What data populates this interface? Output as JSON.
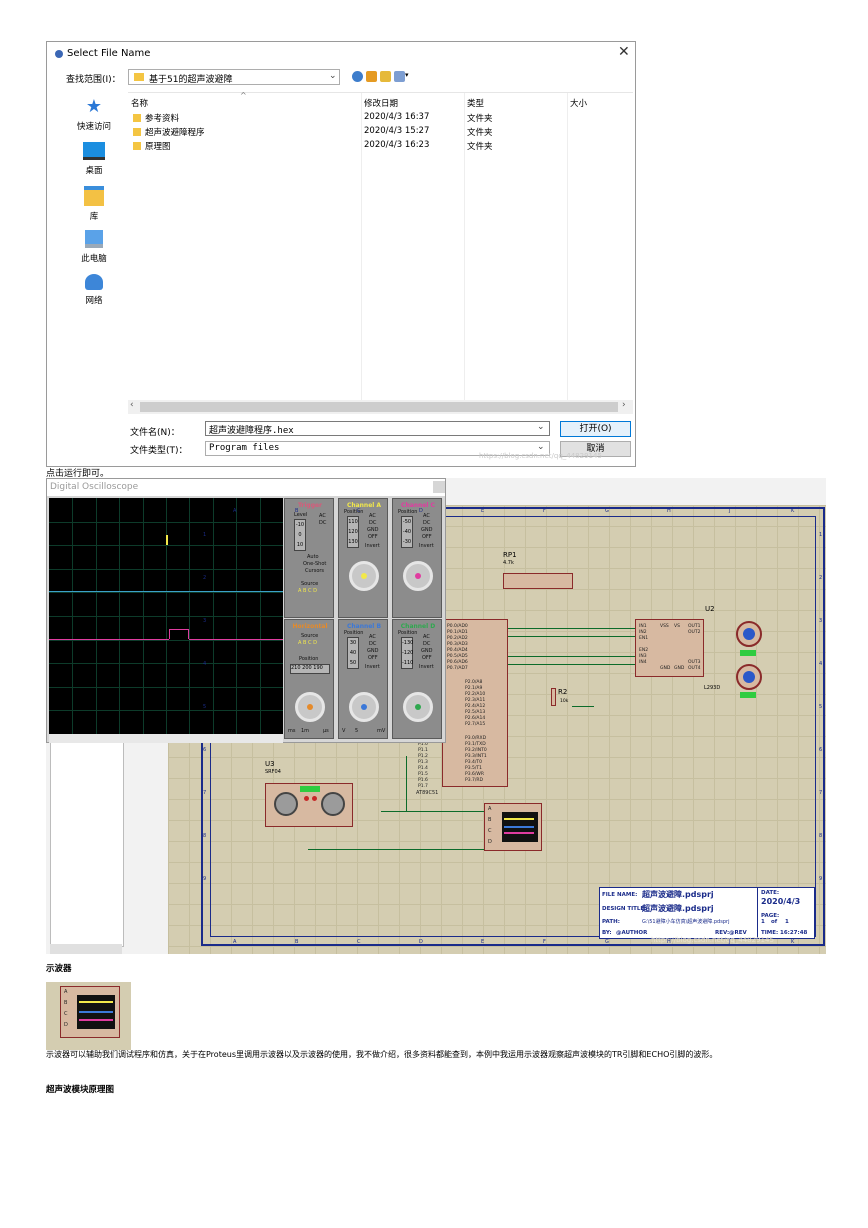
{
  "dialog": {
    "title": "Select File Name",
    "close_glyph": "✕",
    "look_in_label": "查找范围(I)：",
    "look_in_value": "基于51的超声波避障",
    "places": [
      {
        "label": "快速访问",
        "icon": "star-icon"
      },
      {
        "label": "桌面",
        "icon": "desktop-icon"
      },
      {
        "label": "库",
        "icon": "library-icon"
      },
      {
        "label": "此电脑",
        "icon": "computer-icon"
      },
      {
        "label": "网络",
        "icon": "network-icon"
      }
    ],
    "columns": [
      "名称",
      "修改日期",
      "类型",
      "大小"
    ],
    "files": [
      {
        "name": "参考资料",
        "date": "2020/4/3 16:37",
        "type": "文件夹"
      },
      {
        "name": "超声波避障程序",
        "date": "2020/4/3 15:27",
        "type": "文件夹"
      },
      {
        "name": "原理图",
        "date": "2020/4/3 16:23",
        "type": "文件夹"
      }
    ],
    "filename_label": "文件名(N)：",
    "filename_value": "超声波避障程序.hex",
    "filetype_label": "文件类型(T)：",
    "filetype_value": "Program files",
    "open_label": "打开(O)",
    "cancel_label": "取消",
    "watermark": "https://blog.csdn.net/qq_44829145"
  },
  "caption_run": "点击运行即可。",
  "proteus": {
    "osc_title": "Digital Oscilloscope",
    "channels": [
      {
        "name": "Trigger",
        "color": "#d85a7a"
      },
      {
        "name": "Channel A",
        "color": "#f2e84a"
      },
      {
        "name": "Channel C",
        "color": "#e03ca0"
      },
      {
        "name": "Horizontal",
        "color": "#e58a2a"
      },
      {
        "name": "Channel B",
        "color": "#3b78d8"
      },
      {
        "name": "Channel D",
        "color": "#2fa84f"
      }
    ],
    "ch_labels": {
      "position": "Position",
      "level": "Level",
      "source": "Source",
      "ac": "AC",
      "dc": "DC",
      "gnd": "GND",
      "off": "OFF",
      "invert": "Invert",
      "auto": "Auto",
      "one_shot": "One-Shot",
      "cursors": "Cursors",
      "abcd": "A B C D",
      "trig_vals": [
        "-10",
        "0",
        "10"
      ],
      "a_vals": [
        "110",
        "120",
        "130"
      ],
      "c_vals": [
        "-50",
        "-40",
        "-30"
      ],
      "b_vals": [
        "30",
        "40",
        "50"
      ],
      "d_vals": [
        "-130",
        "-120",
        "-110"
      ],
      "h_vals": [
        "210",
        "200",
        "190"
      ],
      "units": [
        "ms",
        "1m",
        "μs",
        "V",
        "5",
        "mV"
      ]
    },
    "rp1": {
      "ref": "RP1",
      "value": "4.7k"
    },
    "u2": {
      "ref": "U2",
      "part": "L293D",
      "pins": [
        "IN1",
        "IN2",
        "EN1",
        "EN2",
        "IN3",
        "IN4",
        "VSS",
        "VS",
        "OUT1",
        "OUT2",
        "OUT3",
        "OUT4",
        "GND",
        "GND"
      ]
    },
    "r2": {
      "ref": "R2",
      "value": "10k"
    },
    "u3": {
      "ref": "U3",
      "part": "SRF04"
    },
    "mcu": {
      "part": "AT89C51",
      "p0": [
        "P0.0/AD0",
        "P0.1/AD1",
        "P0.2/AD2",
        "P0.3/AD3",
        "P0.4/AD4",
        "P0.5/AD5",
        "P0.6/AD6",
        "P0.7/AD7"
      ],
      "p2": [
        "P2.0/A8",
        "P2.1/A9",
        "P2.2/A10",
        "P2.3/A11",
        "P2.4/A12",
        "P2.5/A13",
        "P2.6/A14",
        "P2.7/A15"
      ],
      "p3": [
        "P3.0/RXD",
        "P3.1/TXD",
        "P3.2/INT0",
        "P3.3/INT1",
        "P3.4/T0",
        "P3.5/T1",
        "P3.6/WR",
        "P3.7/RD"
      ],
      "p1": [
        "P1.0",
        "P1.1",
        "P1.2",
        "P1.3",
        "P1.4",
        "P1.5",
        "P1.6",
        "P1.7"
      ]
    },
    "scope_pins": [
      "A",
      "B",
      "C",
      "D"
    ],
    "title_block": {
      "file_name_label": "FILE NAME:",
      "file_name": "超声波避障.pdsprj",
      "design_title_label": "DESIGN TITLE:",
      "design_title": "超声波避障.pdsprj",
      "path_label": "PATH:",
      "path": "G:\\51避障小车仿真\\超声波避障.pdsprj",
      "by_label": "BY:",
      "by": "@AUTHOR",
      "rev_label": "REV:",
      "rev": "@REV",
      "date_label": "DATE:",
      "date": "2020/4/3",
      "page_label": "PAGE:",
      "page": "1",
      "of": "of",
      "pages": "1",
      "time_label": "TIME:",
      "time": "16:27:48"
    },
    "col_letters": [
      "A",
      "B",
      "C",
      "D",
      "E",
      "F",
      "G",
      "H",
      "J",
      "K"
    ],
    "row_numbers": [
      "1",
      "2",
      "3",
      "4",
      "5",
      "6",
      "7",
      "8",
      "9"
    ],
    "watermark": "https://blog.csdn.net/qq_44829145"
  },
  "caption_osc": "示波器",
  "description": "示波器可以辅助我们调试程序和仿真，关于在Proteus里调用示波器以及示波器的使用，我不做介绍，很多资料都能查到，本例中我运用示波器观察超声波模块的TR引脚和ECHO引脚的波形。",
  "heading_ultra": "超声波模块原理图"
}
